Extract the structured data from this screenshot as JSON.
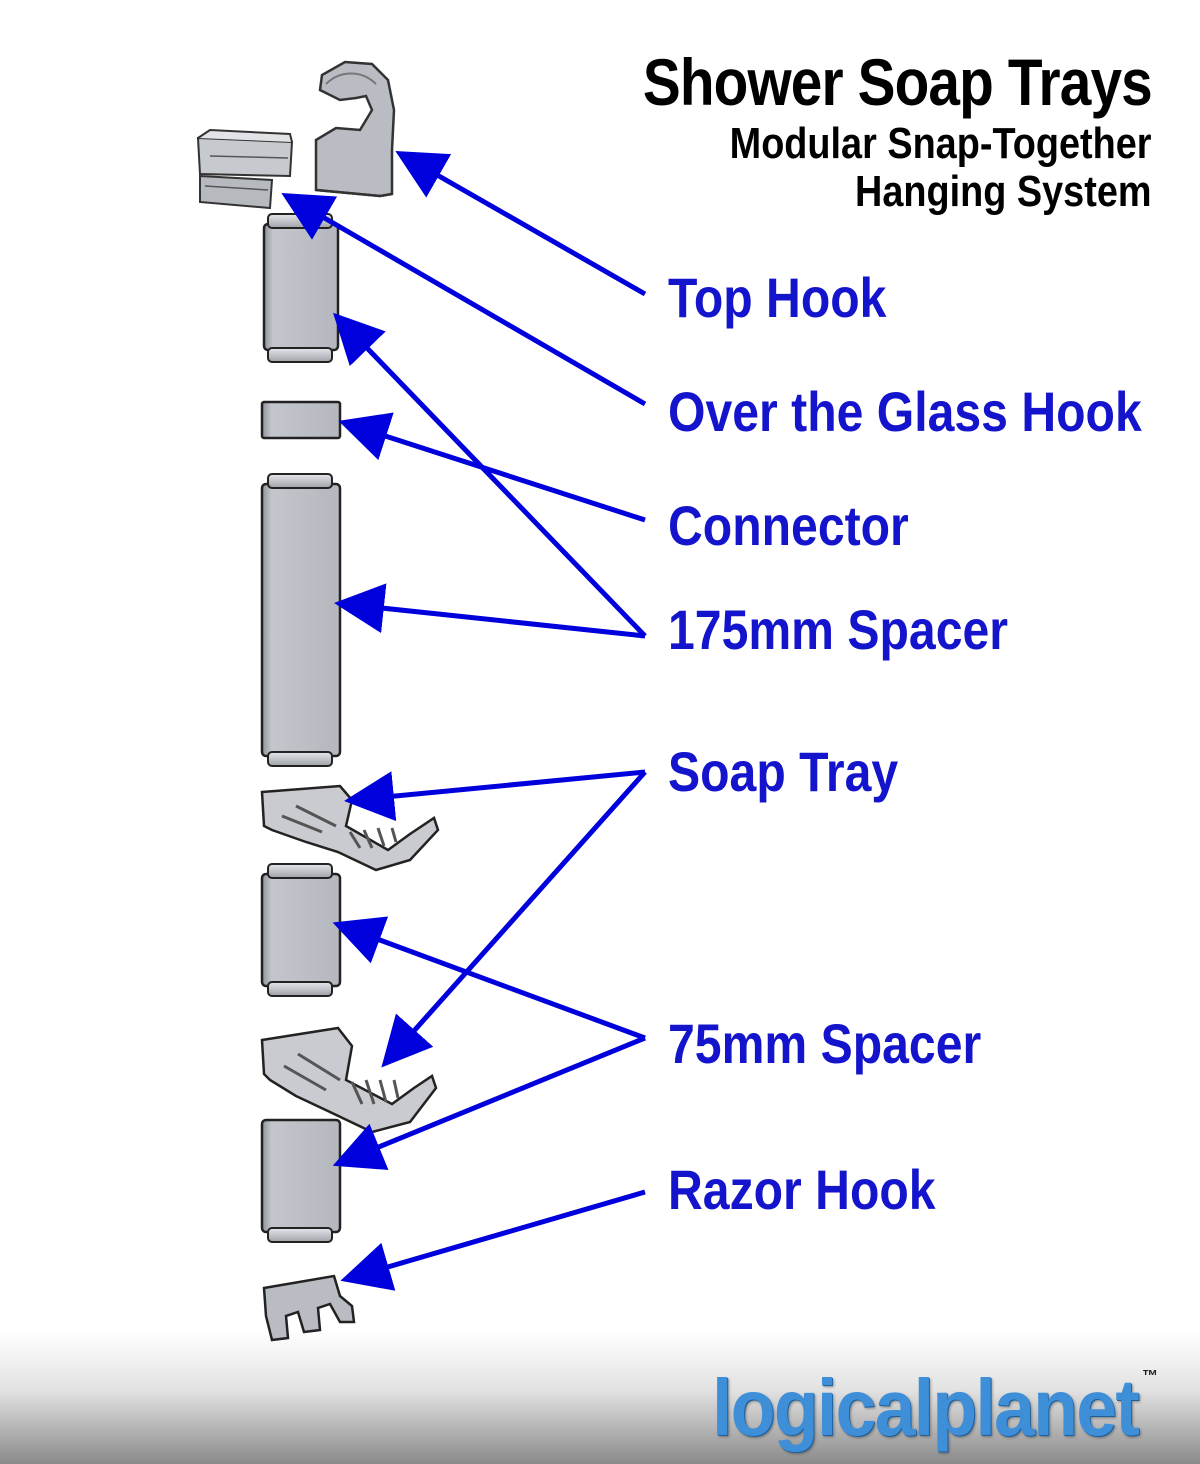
{
  "title": "Shower Soap Trays",
  "subtitle_line1": "Modular Snap-Together",
  "subtitle_line2": "Hanging System",
  "labels": {
    "top_hook": "Top Hook",
    "over_glass_hook": "Over the Glass Hook",
    "connector": "Connector",
    "spacer_175": "175mm Spacer",
    "soap_tray": "Soap Tray",
    "spacer_75": "75mm Spacer",
    "razor_hook": "Razor Hook"
  },
  "brand": {
    "logo": "logicalplanet",
    "trademark": "™"
  },
  "colors": {
    "label_blue": "#1414cc",
    "arrow_blue": "#0000dd",
    "part_gray": "#b9bcc2",
    "logo_blue": "#3f8fd8"
  }
}
